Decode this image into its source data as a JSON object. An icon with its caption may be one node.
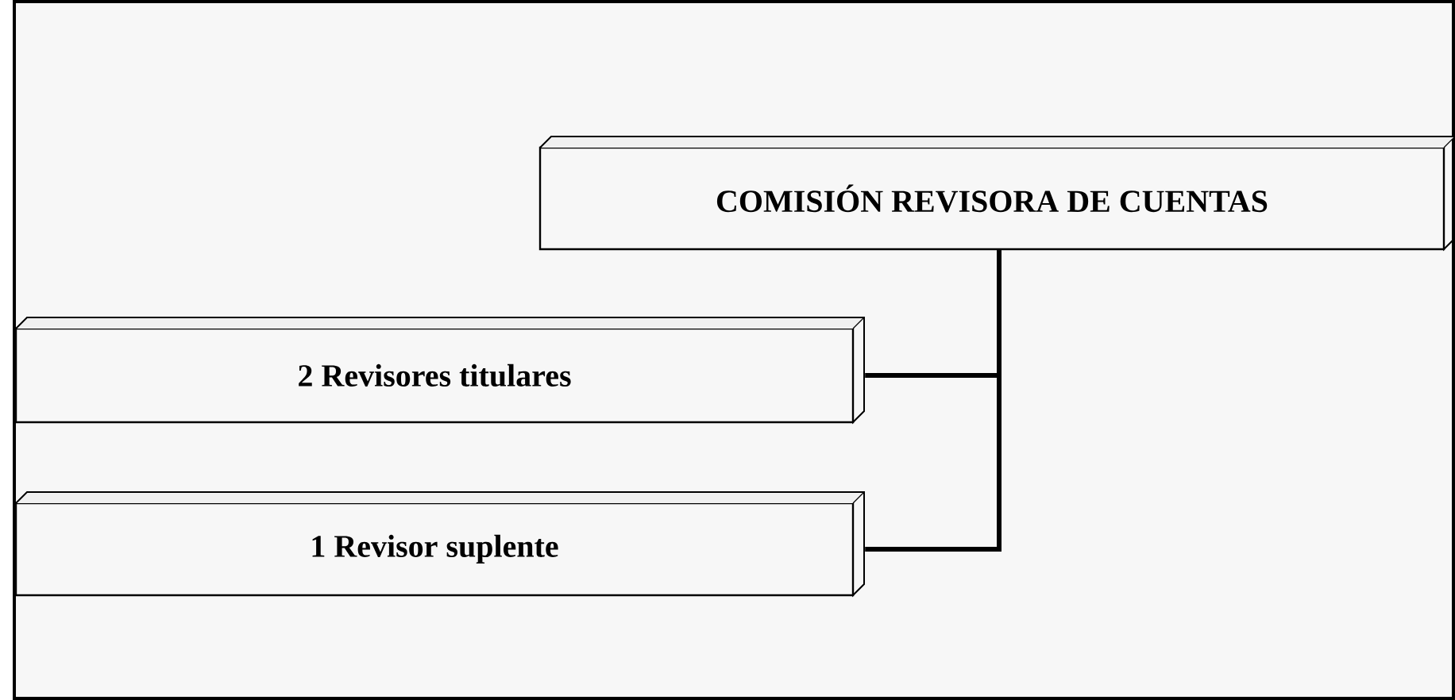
{
  "diagram": {
    "nodes": [
      {
        "text": [
          "COMISIÓN REVISORA DE CUENTAS"
        ]
      },
      {
        "text": [
          "2 Revisores titulares"
        ]
      },
      {
        "text": [
          "1 Revisor suplente"
        ]
      }
    ],
    "edges": [
      {
        "from": 0,
        "to": 1,
        "arrow": "none"
      },
      {
        "from": 0,
        "to": 2,
        "arrow": "none"
      }
    ]
  }
}
